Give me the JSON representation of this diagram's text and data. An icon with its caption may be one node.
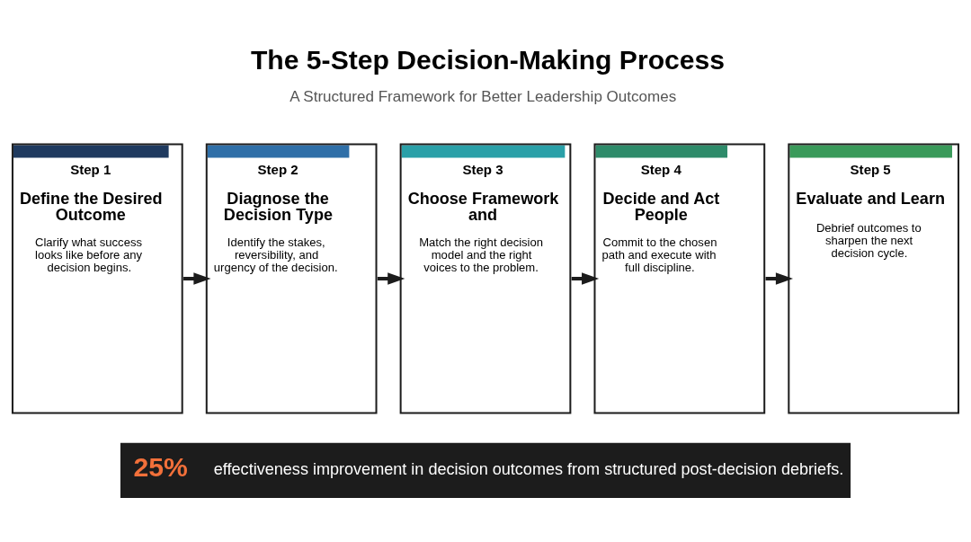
{
  "diagram": {
    "title": "The 5-Step Decision-Making Process",
    "nodes": [
      {
        "text": [
          "Step 1",
          "Define the Desired Outcome",
          "Clarify what success looks like before any decision begins."
        ]
      },
      {
        "text": [
          "Step 2",
          "Diagnose the Decision Type",
          "Identify the stakes, reversibility, and urgency of the decision."
        ]
      },
      {
        "text": [
          "Step 3",
          "Choose Framework and",
          "Match the right decision model and the right voices to the problem."
        ]
      },
      {
        "text": [
          "Step 4",
          "Decide and Act People",
          "Commit to the chosen path and execute with full discipline."
        ]
      },
      {
        "text": [
          "Step 5",
          "Evaluate and Learn",
          "Debrief outcomes to sharpen the next decision cycle."
        ]
      },
      {
        "text": [
          "25%",
          "effectiveness improvement in decision outcomes from structured post-decision debriefs."
        ]
      }
    ],
    "edges": [
      {
        "from": 0,
        "to": 1,
        "arrow": "to"
      },
      {
        "from": 1,
        "to": 2,
        "arrow": "to"
      },
      {
        "from": 2,
        "to": 3,
        "arrow": "to"
      },
      {
        "from": 3,
        "to": 4,
        "arrow": "to"
      }
    ],
    "labels": [
      "A Structured Framework for Better Leadership Outcomes"
    ]
  }
}
